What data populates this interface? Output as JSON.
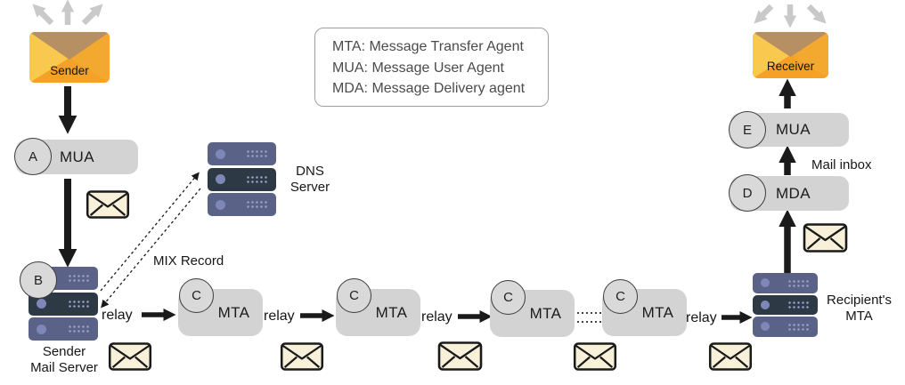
{
  "legend": {
    "lines": [
      "MTA: Message Transfer Agent",
      "MUA: Message User Agent",
      "MDA: Message Delivery agent"
    ]
  },
  "sender": {
    "label": "Sender"
  },
  "receiver": {
    "label": "Receiver"
  },
  "left_flow": {
    "mua": {
      "badge": "A",
      "label": "MUA"
    },
    "mail_server": {
      "badge": "B",
      "label_line1": "Sender",
      "label_line2": "Mail Server"
    }
  },
  "dns": {
    "label_line1": "DNS",
    "label_line2": "Server",
    "record_label": "MIX Record"
  },
  "chain": {
    "relay_labels": [
      "relay",
      "relay",
      "relay",
      "relay"
    ],
    "mta_nodes": [
      {
        "badge": "C",
        "label": "MTA"
      },
      {
        "badge": "C",
        "label": "MTA"
      },
      {
        "badge": "C",
        "label": "MTA"
      },
      {
        "badge": "C",
        "label": "MTA"
      }
    ]
  },
  "right_flow": {
    "recipient_mta": {
      "label_line1": "Recipient's",
      "label_line2": "MTA"
    },
    "mda": {
      "badge": "D",
      "label": "MDA"
    },
    "mua": {
      "badge": "E",
      "label": "MUA"
    },
    "inbox_label": "Mail inbox"
  },
  "icons": {
    "sender-envelope-icon": "orange-envelope",
    "receiver-envelope-icon": "orange-envelope",
    "mail-icon": "outlined-cream-envelope",
    "server-icon": "server-rack-stack",
    "broadcast-arrows-icon": "three-gray-arrows"
  },
  "colors": {
    "envelope_orange": "#F5A125",
    "envelope_yellow": "#F9C84F",
    "envelope_flap_tan": "#B68F63",
    "mail_icon_cream": "#F8F0D9",
    "node_gray": "#D3D3D3",
    "server_light_blue": "#5B6288",
    "server_dark": "#2D3A45",
    "server_accent": "#7E87B8",
    "arrow_black": "#1A1A1A",
    "arrow_gray": "#C9C9C9",
    "legend_border": "#9F9F9F"
  }
}
